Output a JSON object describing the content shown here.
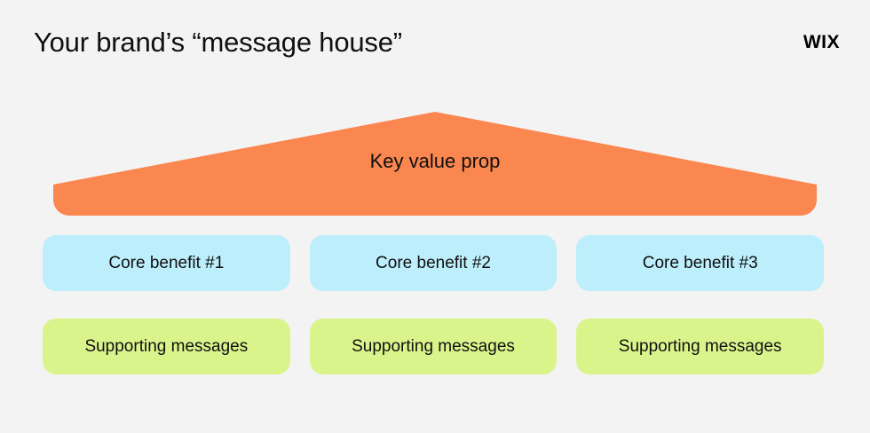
{
  "header": {
    "title": "Your brand’s “message house”",
    "logo": "WIX"
  },
  "colors": {
    "background": "#f4f3f3",
    "roof": "#fa8650",
    "benefit": "#bdeefb",
    "supporting": "#daf48c",
    "text": "#101010"
  },
  "house": {
    "roof": {
      "label": "Key value prop",
      "shape": "house-roof-pentagon"
    },
    "benefits": [
      {
        "label": "Core benefit #1"
      },
      {
        "label": "Core benefit #2"
      },
      {
        "label": "Core benefit #3"
      }
    ],
    "supporting": [
      {
        "label": "Supporting messages"
      },
      {
        "label": "Supporting messages"
      },
      {
        "label": "Supporting messages"
      }
    ]
  }
}
